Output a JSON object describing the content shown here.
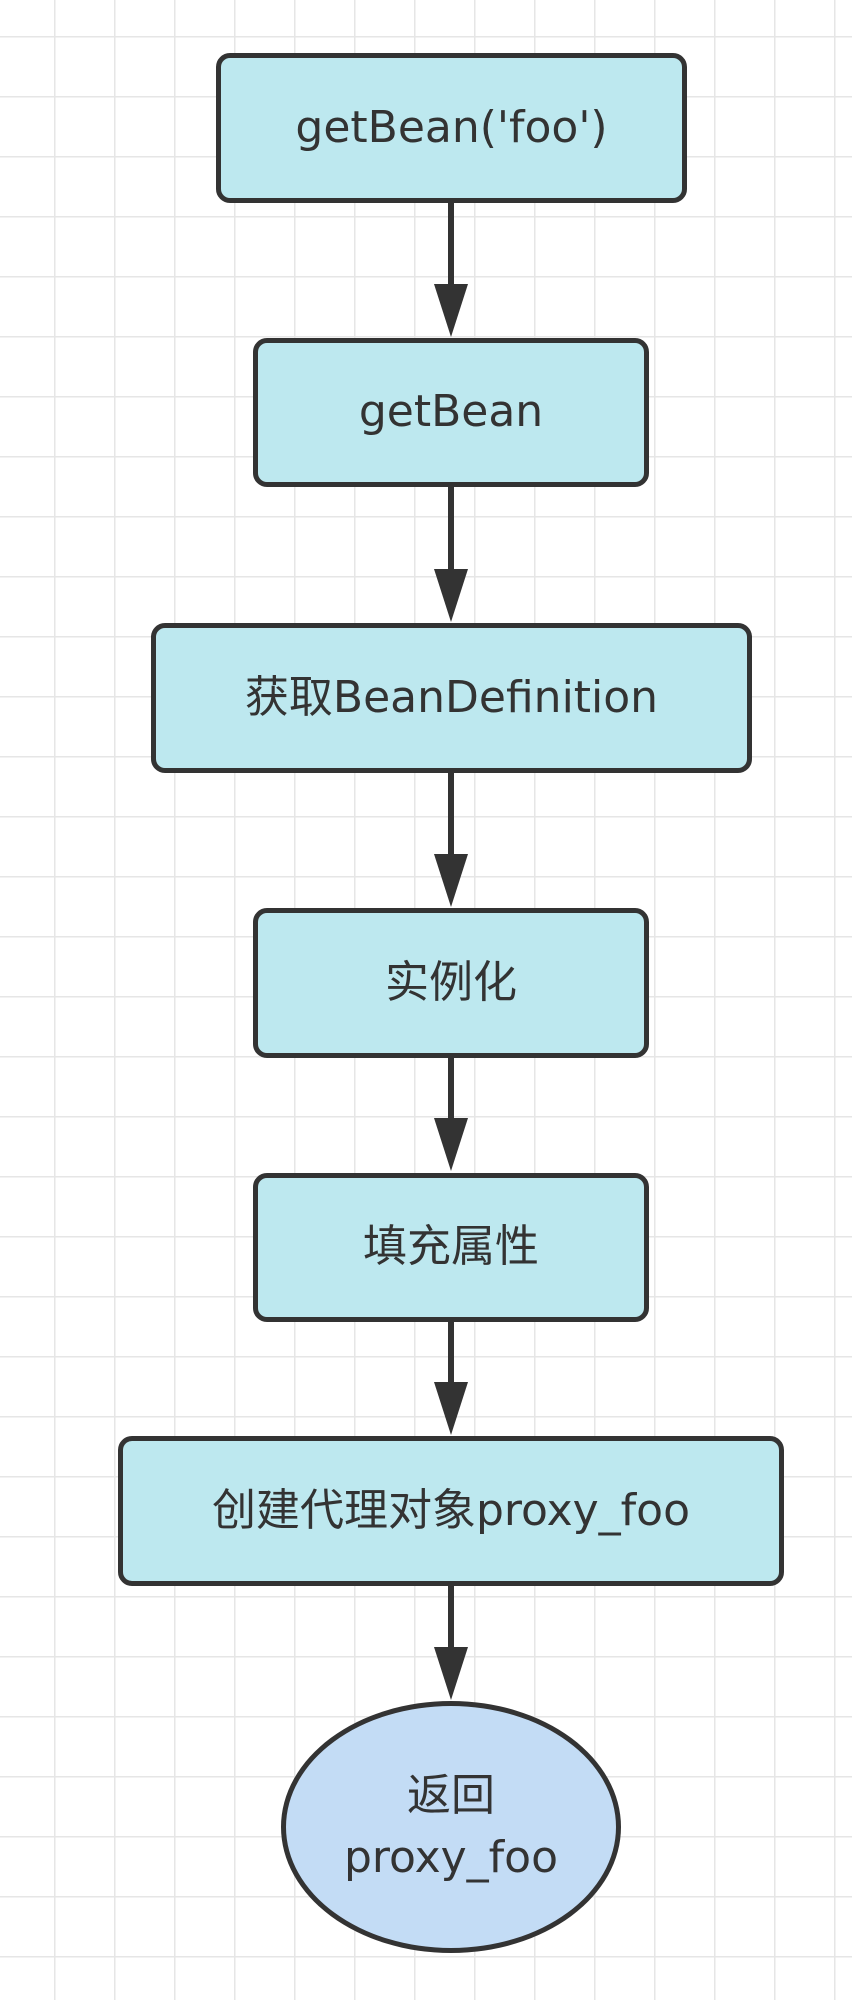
{
  "diagram": {
    "type": "flowchart",
    "direction": "top-to-bottom",
    "colors": {
      "box_fill": "#bde8ef",
      "terminal_fill": "#c3dcf5",
      "stroke": "#333333",
      "grid": "#e6e6e6",
      "background": "#ffffff"
    },
    "nodes": [
      {
        "id": "n1",
        "shape": "rounded-rect",
        "label": "getBean('foo')"
      },
      {
        "id": "n2",
        "shape": "rounded-rect",
        "label": "getBean"
      },
      {
        "id": "n3",
        "shape": "rounded-rect",
        "label": "获取BeanDefinition"
      },
      {
        "id": "n4",
        "shape": "rounded-rect",
        "label": "实例化"
      },
      {
        "id": "n5",
        "shape": "rounded-rect",
        "label": "填充属性"
      },
      {
        "id": "n6",
        "shape": "rounded-rect",
        "label": "创建代理对象proxy_foo"
      },
      {
        "id": "n7",
        "shape": "ellipse",
        "label_line1": "返回",
        "label_line2": "proxy_foo"
      }
    ],
    "edges": [
      {
        "from": "n1",
        "to": "n2"
      },
      {
        "from": "n2",
        "to": "n3"
      },
      {
        "from": "n3",
        "to": "n4"
      },
      {
        "from": "n4",
        "to": "n5"
      },
      {
        "from": "n5",
        "to": "n6"
      },
      {
        "from": "n6",
        "to": "n7"
      }
    ]
  }
}
